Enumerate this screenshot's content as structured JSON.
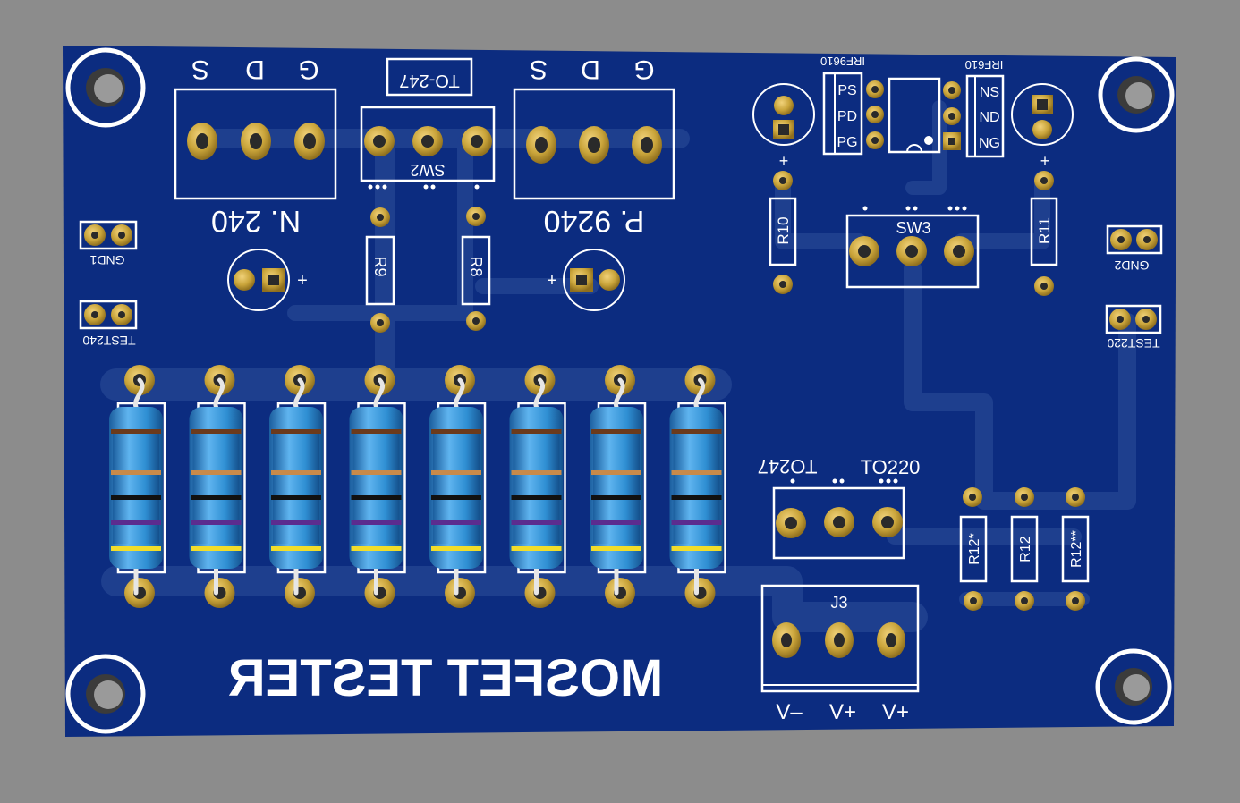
{
  "colors": {
    "background": "#8c8c8c",
    "board": "#0c2c80",
    "trace": "#1e3f8e",
    "silkscreen": "#ffffff",
    "pad": "#c9a43a",
    "resistor_body": "#2f8fd3"
  },
  "board": {
    "title": "MOSFET TESTER"
  },
  "labels": {
    "n_sw_s": "S",
    "n_sw_d": "D",
    "n_sw_g": "G",
    "p_sw_s": "S",
    "p_sw_d": "D",
    "p_sw_g": "G",
    "to247_box": "TO-247",
    "sw2": "SW2",
    "n240": "N. 240",
    "p9240": "P. 9240",
    "r9": "R9",
    "r8": "R8",
    "plus": "+",
    "gnd1": "GND1",
    "test240": "TEST240",
    "irf9610": "IRF9610",
    "irf610": "IRF610",
    "ps": "PS",
    "pd": "PD",
    "pg": "PG",
    "ns": "NS",
    "nd": "ND",
    "ng": "NG",
    "r10": "R10",
    "r11": "R11",
    "sw3": "SW3",
    "gnd2": "GND2",
    "test220": "TEST220",
    "to247": "TO247",
    "to220": "TO220",
    "r12a": "R12*",
    "r12": "R12",
    "r12b": "R12**",
    "j3": "J3",
    "vminus": "V–",
    "vplus1": "V+",
    "vplus2": "V+"
  },
  "resistor_bank": {
    "count": 8,
    "bands": [
      "#6b3a1c",
      "#c88a4a",
      "#111111",
      "#5b2c8f",
      "#f2dd2a"
    ]
  }
}
